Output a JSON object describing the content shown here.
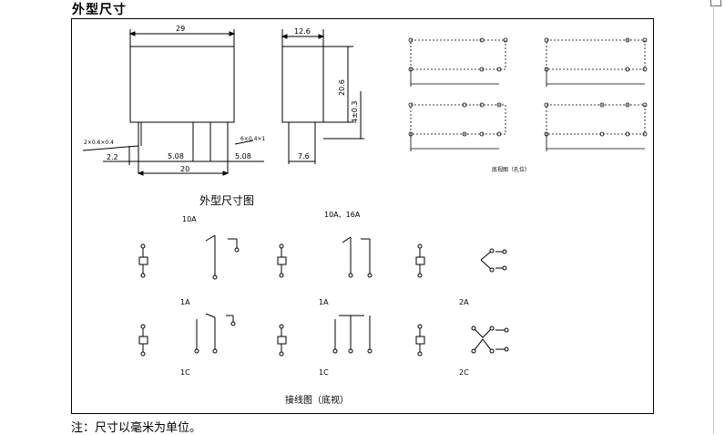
{
  "heading": "外型尺寸",
  "footnote": "注：尺寸以毫米为单位。",
  "dimensions": {
    "front": {
      "width": "29",
      "pin_size": "2×0.6×0.4",
      "offset": "2.2",
      "pitch_a": "5.08",
      "pitch_b": "5.08",
      "span": "20",
      "pin_group": "6×0.4×1"
    },
    "side": {
      "width": "12.6",
      "height": "20.6",
      "pin_height": "4±0.3",
      "pin_pitch": "7.6"
    }
  },
  "mid_caption": "外型尺寸图",
  "schematics": {
    "row1": [
      {
        "label": "10A"
      },
      {
        "label": "10A、16A"
      },
      {
        "label": ""
      }
    ],
    "row2": [
      {
        "label": "1A"
      },
      {
        "label": "1A"
      },
      {
        "label": "2A"
      }
    ],
    "row3": [
      {
        "label": "1C"
      },
      {
        "label": "1C"
      },
      {
        "label": "2C"
      }
    ]
  },
  "bottom_caption": "接线图（底视）",
  "footprint_caption": "底视图（孔位）"
}
